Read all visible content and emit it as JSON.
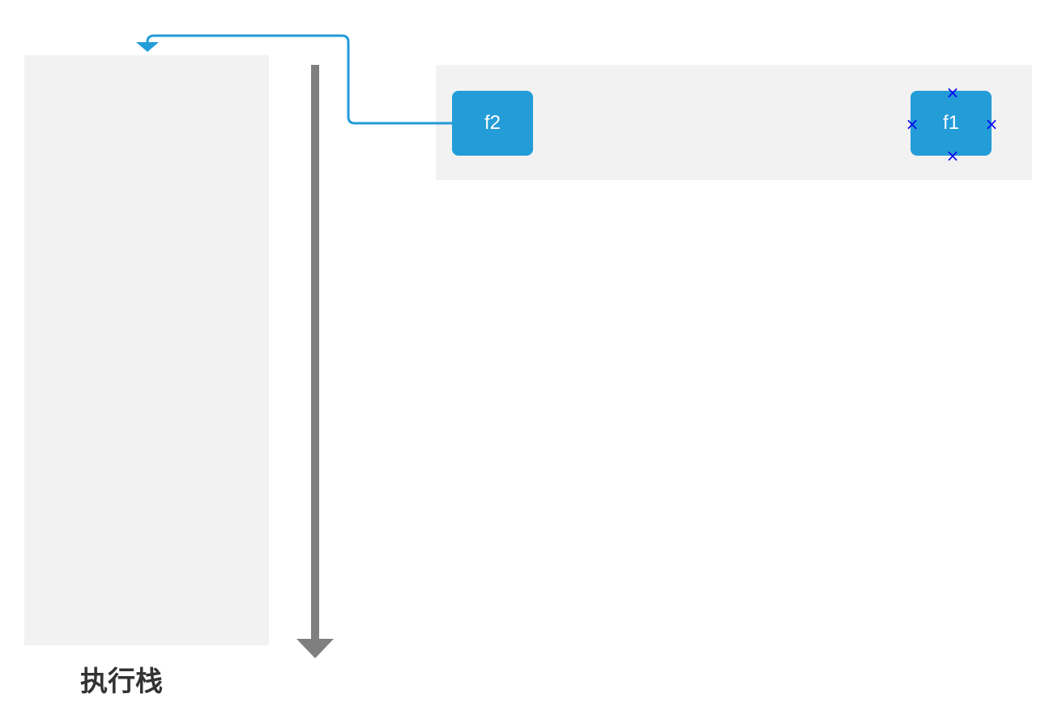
{
  "stack": {
    "label": "执行栈"
  },
  "queue": {
    "tasks": [
      {
        "id": "f2",
        "label": "f2"
      },
      {
        "id": "f1",
        "label": "f1"
      }
    ]
  },
  "colors": {
    "task_fill": "#239cd8",
    "arrow_blue": "#239cd8",
    "arrow_gray": "#7f7f7f",
    "panel_fill": "#f2f2f2",
    "marker": "#0000ee"
  }
}
